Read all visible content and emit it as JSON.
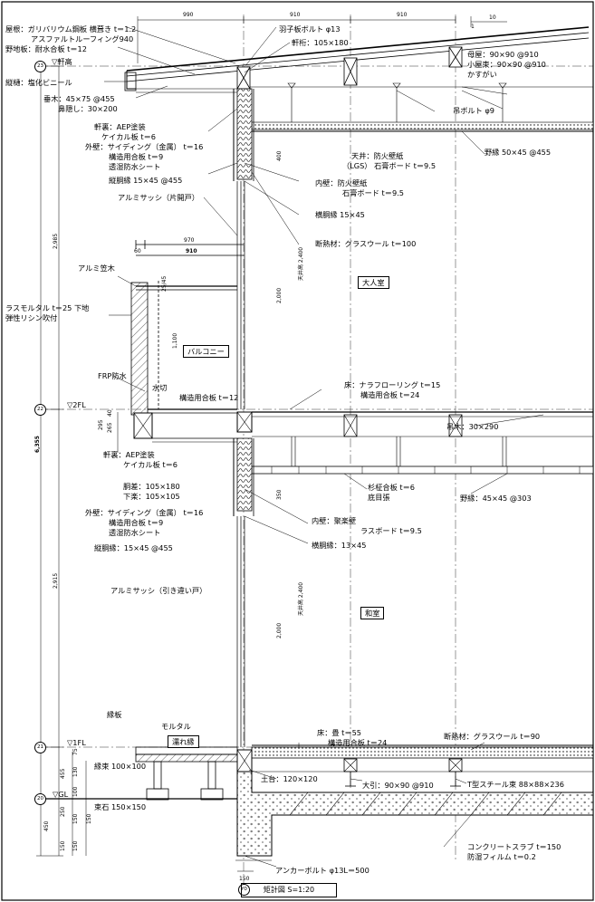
{
  "title": "矩計図 S=1:20",
  "room_labels": {
    "upper": "大人室",
    "lower": "和室",
    "balcony": "バルコニー",
    "wet_edge": "濡れ縁"
  },
  "level_marks": {
    "eave_height": "▽軒高",
    "second_floor": "▽2FL",
    "first_floor": "▽1FL",
    "ground": "▽GL"
  },
  "grid_marks": {
    "g23": "23",
    "g22": "22",
    "g21": "21",
    "g20": "20",
    "y0": "Y0"
  },
  "top_dimensions": [
    "990",
    "910",
    "910"
  ],
  "slope_label": "10",
  "slope_rise": "1",
  "balcony_dims": {
    "overall": "970",
    "left": "60",
    "right": "910"
  },
  "vertical_dims": {
    "total": "6,355",
    "upper_story": "2,985",
    "lower_story": "2,915",
    "found": "450",
    "ceiling_upper": "天井高 2,400",
    "ceiling_lower": "天井高 2,400",
    "door_upper": "2,000",
    "door_lower": "2,000",
    "upper_400": "400",
    "lower_350": "350",
    "handrail": "1,100",
    "rail_top": "25/45",
    "d40": "40",
    "d295": "295",
    "d265": "265",
    "d455": "455",
    "d150": "150",
    "d100": "100",
    "d75": "75",
    "d130": "130",
    "d250": "250",
    "d150b": "150",
    "d150c": "150",
    "d150d": "150",
    "bottom_150": "150"
  },
  "left_labels": [
    "屋根：ガリバリウム鋼板 横葺き t＝1.2",
    "アスファルトルーフィング940",
    "野地板：耐水合板 t＝12",
    "縦樋：塩化ビニール",
    "垂木：45×75 @455",
    "鼻隠し：30×200",
    "軒裏：AEP塗装",
    "ケイカル板 t＝6",
    "外壁：サイディング（金属） t＝16",
    "構造用合板 t＝9",
    "透湿防水シート",
    "縦胴縁 15×45 @455",
    "アルミサッシ（片開戸）",
    "アルミ笠木",
    "ラスモルタル t＝25 下地",
    "弾性リシン吹付",
    "FRP防水",
    "水切",
    "構造用合板 t＝12",
    "軒裏：AEP塗装",
    "ケイカル板 t＝6",
    "胴差：105×180",
    "下楽：105×105",
    "外壁：サイディング（金属） t＝16",
    "構造用合板 t＝9",
    "透湿防水シート",
    "縦胴縁：15×45 @455",
    "アルミサッシ（引き違い戸）",
    "縁板",
    "モルタル",
    "縁束 100×100",
    "束石 150×150"
  ],
  "right_labels": [
    "羽子板ボルト φ13",
    "軒桁：105×180",
    "母屋：90×90 @910",
    "小屋束：90×90 @910",
    "かすがい",
    "吊ボルト φ9",
    "野縁 50×45 @455",
    "天井：防火壁紙",
    "（LGS） 石膏ボード t＝9.5",
    "内壁：防火壁紙",
    "石膏ボード t＝9.5",
    "横胴縁 15×45",
    "断熱材：グラスウール t＝100",
    "床：ナラフローリング t＝15",
    "構造用合板 t＝24",
    "吊木：30×290",
    "杉柾合板 t＝6",
    "底目張",
    "野縁：45×45 @303",
    "内壁：聚楽壁",
    "ラスボード t＝9.5",
    "横胴縁：13×45",
    "床：畳 t＝55",
    "構造用合板 t＝24",
    "断熱材：グラスウール t＝90",
    "土台：120×120",
    "大引：90×90 @910",
    "T型スチール束 88×88×236",
    "アンカーボルト φ13L＝500",
    "コンクリートスラブ t＝150",
    "防湿フィルム t＝0.2"
  ]
}
